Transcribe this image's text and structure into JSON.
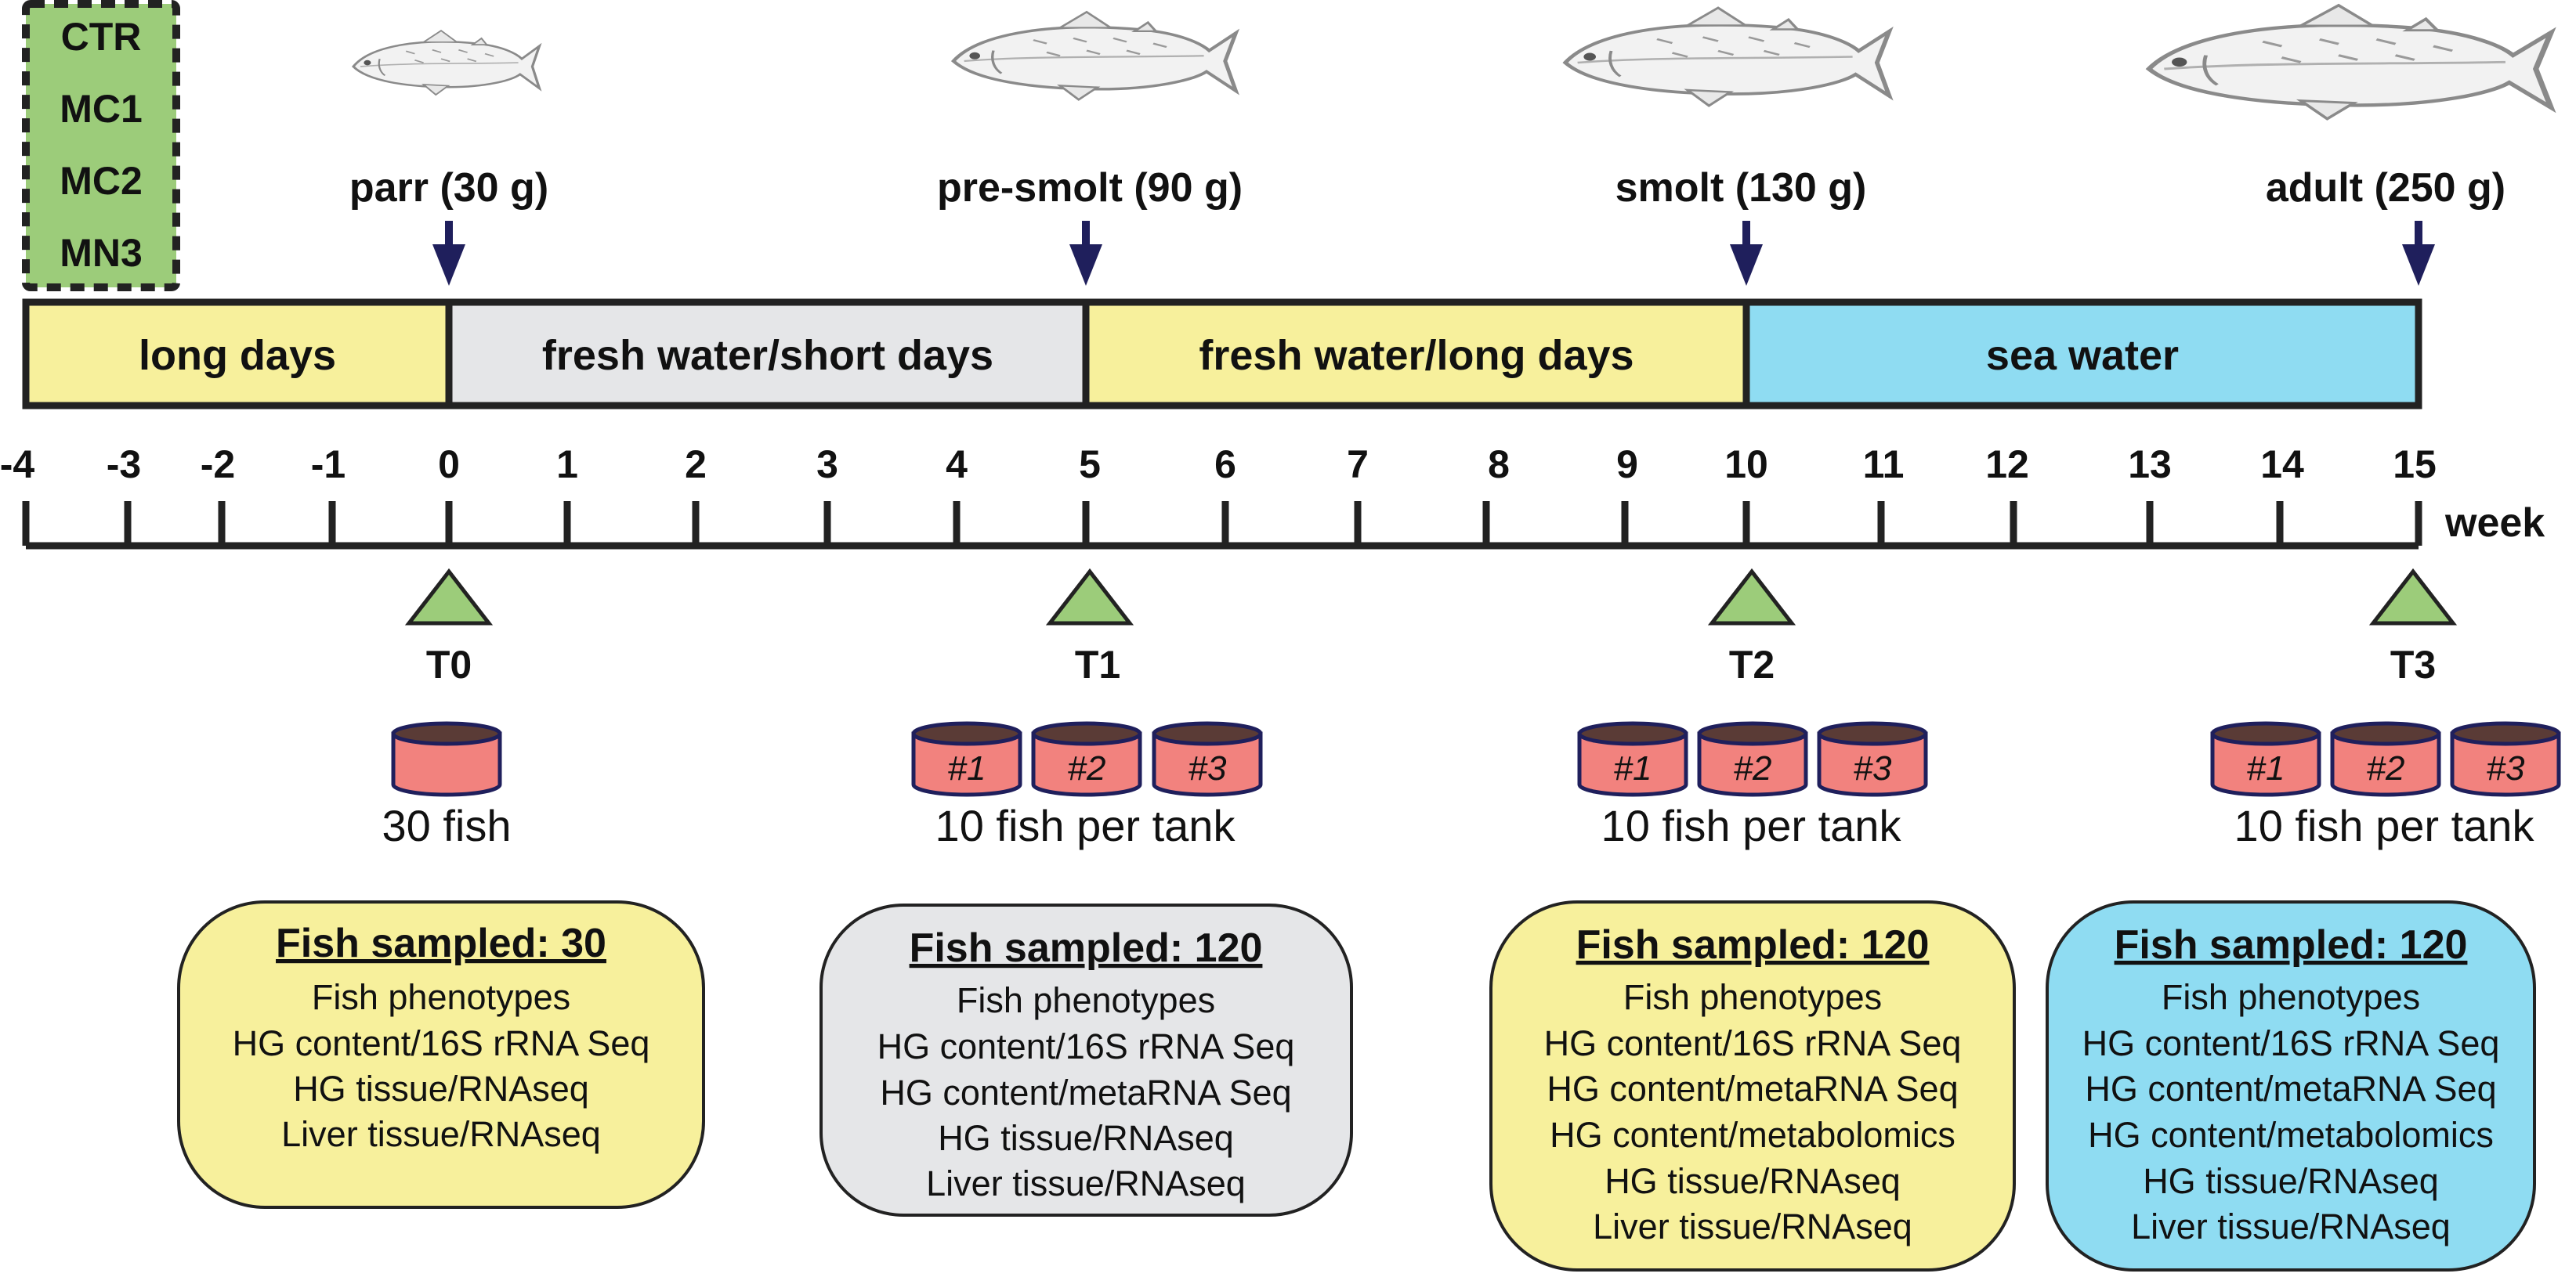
{
  "groups": [
    "CTR",
    "MC1",
    "MC2",
    "MN3"
  ],
  "stages": [
    {
      "label": "parr (30 g)",
      "week": 0
    },
    {
      "label": "pre-smolt (90 g)",
      "week": 5
    },
    {
      "label": "smolt (130 g)",
      "week": 10
    },
    {
      "label": "adult (250 g)",
      "week": 15
    }
  ],
  "phases": [
    {
      "label": "long days",
      "start": -4,
      "end": 0,
      "color": "#f7f09c"
    },
    {
      "label": "fresh water/short days",
      "start": 0,
      "end": 5,
      "color": "#e5e6e8"
    },
    {
      "label": "fresh water/long days",
      "start": 5,
      "end": 10,
      "color": "#f7f09c"
    },
    {
      "label": "sea water",
      "start": 10,
      "end": 15,
      "color": "#8fdcf2"
    }
  ],
  "axis": {
    "ticks": [
      "-4",
      "-3",
      "-2",
      "-1",
      "0",
      "1",
      "2",
      "3",
      "4",
      "5",
      "6",
      "7",
      "8",
      "9",
      "10",
      "11",
      "12",
      "13",
      "14",
      "15"
    ],
    "unit": "week"
  },
  "timepoints": [
    {
      "label": "T0",
      "week": 0,
      "tanks": [
        ""
      ],
      "tank_caption": "30 fish"
    },
    {
      "label": "T1",
      "week": 5,
      "tanks": [
        "#1",
        "#2",
        "#3"
      ],
      "tank_caption": "10 fish per tank"
    },
    {
      "label": "T2",
      "week": 10,
      "tanks": [
        "#1",
        "#2",
        "#3"
      ],
      "tank_caption": "10 fish per tank"
    },
    {
      "label": "T3",
      "week": 15,
      "tanks": [
        "#1",
        "#2",
        "#3"
      ],
      "tank_caption": "10 fish per tank"
    }
  ],
  "samples": [
    {
      "title": "Fish sampled: 30",
      "color": "#f7f09c",
      "items": [
        "Fish phenotypes",
        "HG content/16S rRNA Seq",
        "HG tissue/RNAseq",
        "Liver tissue/RNAseq"
      ]
    },
    {
      "title": "Fish sampled: 120",
      "color": "#e5e6e8",
      "items": [
        "Fish phenotypes",
        "HG content/16S rRNA Seq",
        "HG content/metaRNA Seq",
        "HG tissue/RNAseq",
        "Liver tissue/RNAseq"
      ]
    },
    {
      "title": "Fish sampled: 120",
      "color": "#f7f09c",
      "items": [
        "Fish phenotypes",
        "HG content/16S rRNA Seq",
        "HG content/metaRNA Seq",
        "HG content/metabolomics",
        "HG tissue/RNAseq",
        "Liver tissue/RNAseq"
      ]
    },
    {
      "title": "Fish sampled: 120",
      "color": "#8fdcf2",
      "items": [
        "Fish phenotypes",
        "HG content/16S rRNA Seq",
        "HG content/metaRNA Seq",
        "HG content/metabolomics",
        "HG tissue/RNAseq",
        "Liver tissue/RNAseq"
      ]
    }
  ],
  "colors": {
    "group_box": "#9ccc7a",
    "triangle": "#9ccc7a",
    "arrow": "#1f1f5c",
    "tank_body": "#f2827e",
    "tank_top": "#5a3b36",
    "tank_outline": "#1f1f5c",
    "fish_outline": "#8a8a8a"
  },
  "icons": {
    "stage_marker": "down-arrow-icon",
    "timepoint_marker": "triangle-icon",
    "tank": "tank-icon",
    "fish": "fish-icon"
  }
}
